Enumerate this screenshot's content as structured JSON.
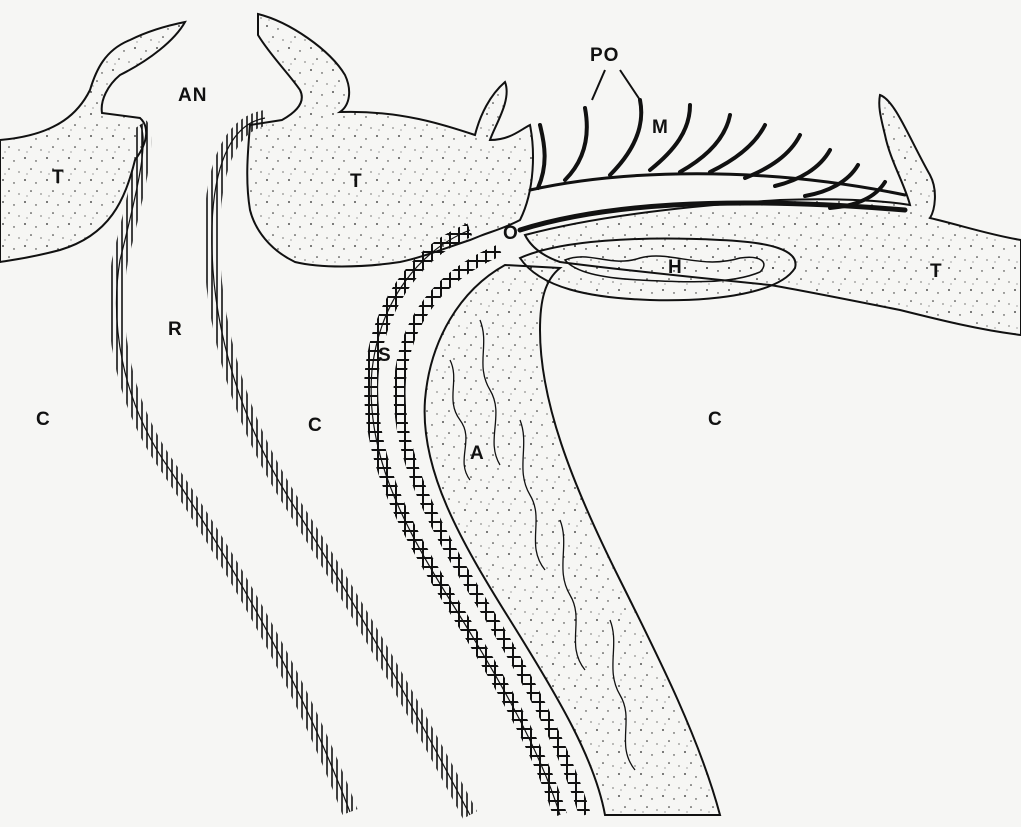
{
  "diagram": {
    "labels": {
      "po": "PO",
      "an": "AN",
      "m": "M",
      "t_left": "T",
      "t_mid": "T",
      "t_right": "T",
      "o": "O",
      "h": "H",
      "r": "R",
      "s": "S",
      "a": "A",
      "c_left": "C",
      "c_mid": "C",
      "c_right": "C"
    }
  },
  "colors": {
    "ink": "#111111",
    "paper": "#f6f6f4"
  }
}
